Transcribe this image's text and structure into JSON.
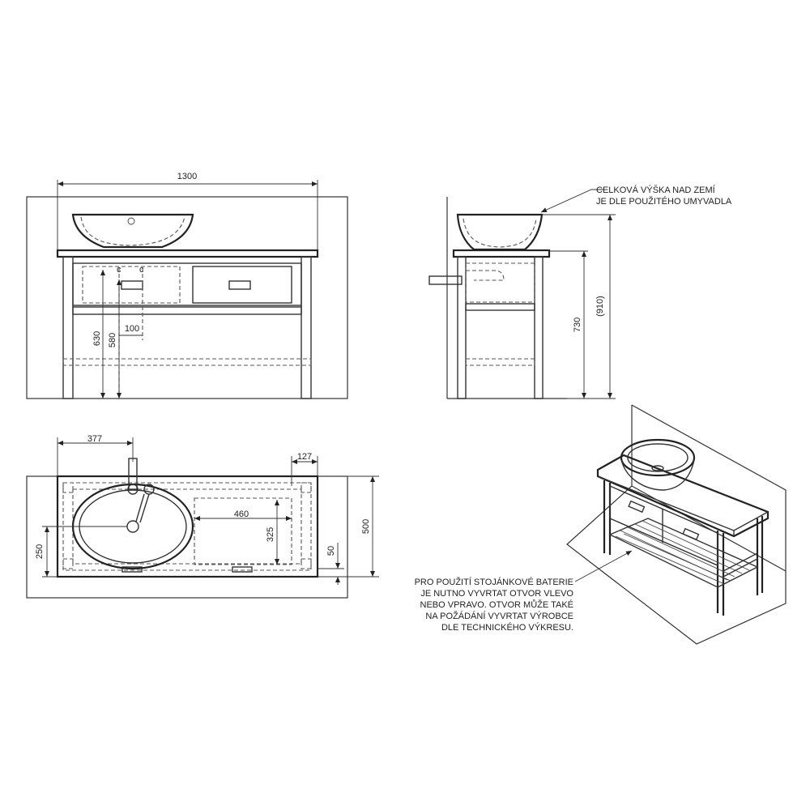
{
  "front_view": {
    "width_label": "1300",
    "height_630": "630",
    "height_580": "580",
    "offset_100": "100"
  },
  "side_view": {
    "height_730": "730",
    "height_910": "(910)",
    "note_lines": [
      "CELKOVÁ VÝŠKA NAD ZEMÍ",
      "JE DLE POUŽITÉHO UMYVADLA"
    ]
  },
  "top_view": {
    "dim_377": "377",
    "dim_127": "127",
    "dim_460": "460",
    "dim_325": "325",
    "dim_500": "500",
    "dim_250": "250",
    "dim_50": "50"
  },
  "iso_note_lines": [
    "PRO POUŽITÍ STOJÁNKOVÉ BATERIE",
    "JE NUTNO VYVRTAT OTVOR VLEVO",
    "NEBO VPRAVO. OTVOR MŮŽE TAKÉ",
    "NA POŽÁDÁNÍ VYVRTAT VÝROBCE",
    "DLE TECHNICKÉHO VÝKRESU."
  ]
}
